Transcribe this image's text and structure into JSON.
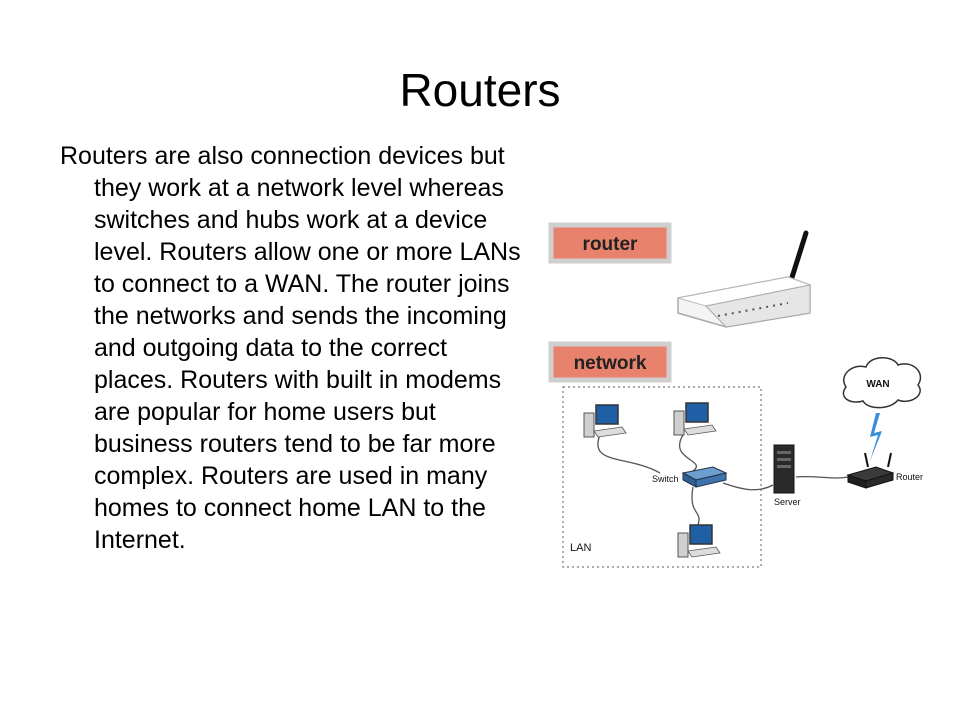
{
  "title": "Routers",
  "body": "Routers are also connection devices but they work at a network level whereas switches and hubs work at a device level. Routers allow one or more LANs to connect to a WAN. The router joins the networks and sends the incoming and outgoing data to the correct places. Routers with built in modems are popular for home users but business routers tend to be far more complex.  Routers are used in many homes to connect home LAN to the Internet.",
  "diagram": {
    "router_tag": "router",
    "network_tag": "network",
    "wan_label": "WAN",
    "switch_label": "Switch",
    "server_label": "Server",
    "router_label": "Router",
    "lan_label": "LAN"
  },
  "colors": {
    "tag_fill": "#e8826c",
    "tag_border": "#cfcfcf",
    "bolt": "#3a8ed8"
  }
}
